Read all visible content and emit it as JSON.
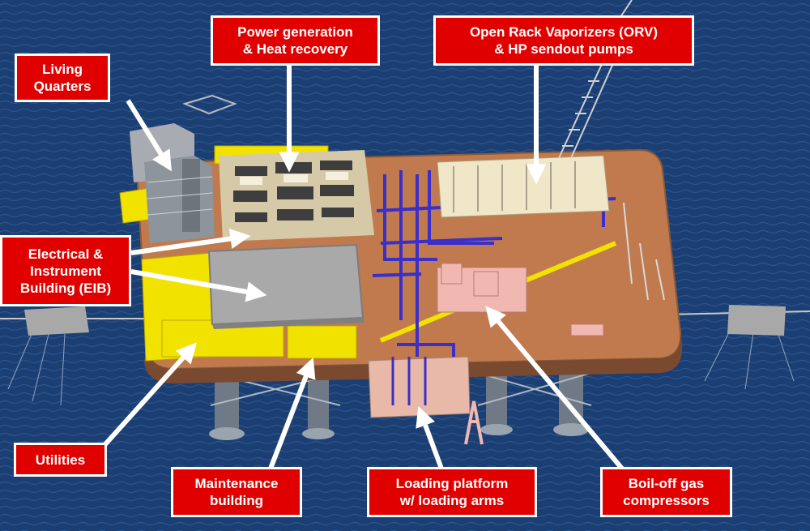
{
  "labels": {
    "living_quarters": [
      "Living",
      "Quarters"
    ],
    "power_generation": [
      "Power generation",
      "& Heat recovery"
    ],
    "orv": [
      "Open Rack Vaporizers (ORV)",
      "& HP sendout pumps"
    ],
    "eib": [
      "Electrical &",
      "Instrument",
      "Building (EIB)"
    ],
    "utilities": [
      "Utilities"
    ],
    "maintenance": [
      "Maintenance",
      "building"
    ],
    "loading_platform": [
      "Loading platform",
      "w/ loading arms"
    ],
    "boil_off": [
      "Boil-off gas",
      "compressors"
    ]
  },
  "colors": {
    "sea": "#1c3f73",
    "label_fill": "#e00000",
    "label_border": "#ffffff",
    "arrow": "#ffffff",
    "deck": "#c07a4e",
    "yellow_equipment": "#f2e200",
    "piping": "#3a2fc8",
    "grey_building": "#9c9c9c",
    "pink_modules": "#f0b8b0"
  }
}
